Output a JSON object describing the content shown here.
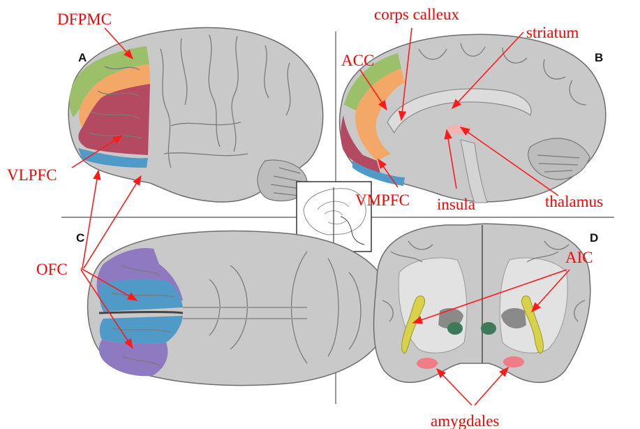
{
  "panels": [
    "A",
    "B",
    "C",
    "D"
  ],
  "labels": {
    "dfpmc": "DFPMC",
    "vlpfc": "VLPFC",
    "ofc": "OFC",
    "corps_calleux": "corps calleux",
    "striatum": "striatum",
    "acc": "ACC",
    "vmpfc": "VMPFC",
    "insula": "insula",
    "thalamus": "thalamus",
    "aic": "AIC",
    "amygdales": "amygdales"
  },
  "colors": {
    "label_red": "#ff0000",
    "dfpmc_green": "#9cbf6a",
    "orange": "#f3a867",
    "vlpfc_red": "#b34a62",
    "ofc_blue": "#4f9ac7",
    "ofc_purple": "#8d7ac0",
    "insula_yellow": "#d8d24a",
    "amygdala_pink": "#ef7c86",
    "striatum_green": "#3d7a58",
    "brain_gray": "#c9c9c9"
  }
}
